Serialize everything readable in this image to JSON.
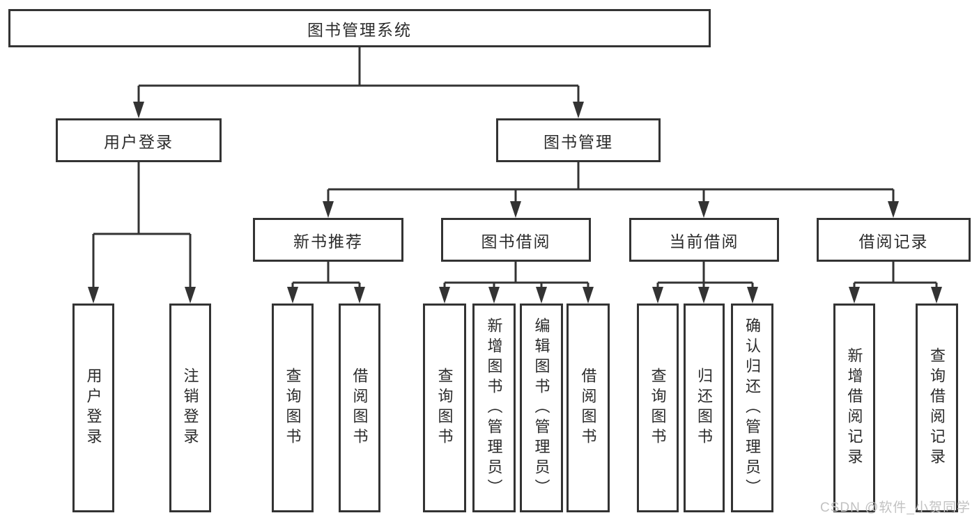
{
  "diagram_title": "图书管理系统",
  "watermark": "CSDN @软件_小贺同学",
  "colors": {
    "line": "#333333",
    "box_border": "#333333",
    "text": "#2b2b2b",
    "watermark": "#c2c2c2",
    "background": "#ffffff"
  },
  "tree": {
    "root": "图书管理系统",
    "level2": [
      "用户登录",
      "图书管理"
    ],
    "level3": [
      "新书推荐",
      "图书借阅",
      "当前借阅",
      "借阅记录"
    ],
    "leaves": {
      "user_login": [
        "用户登录",
        "注销登录"
      ],
      "new_books": [
        "查询图书",
        "借阅图书"
      ],
      "book_borrow": [
        "查询图书",
        "新增图书（管理员）",
        "编辑图书（管理员）",
        "借阅图书"
      ],
      "current_borrow": [
        "查询图书",
        "归还图书",
        "确认归还（管理员）"
      ],
      "borrow_records": [
        "新增借阅记录",
        "查询借阅记录"
      ]
    }
  }
}
